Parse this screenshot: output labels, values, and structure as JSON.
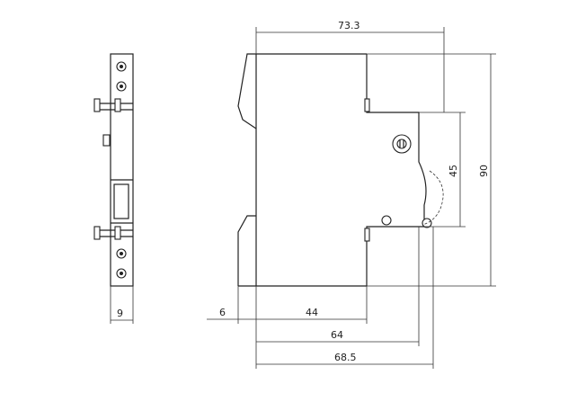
{
  "dimensions": {
    "side_width": "9",
    "overall_width_top": "73.3",
    "height_total": "90",
    "height_front": "45",
    "depth_offset": "6",
    "depth_44": "44",
    "depth_64": "64",
    "depth_68_5": "68.5"
  }
}
